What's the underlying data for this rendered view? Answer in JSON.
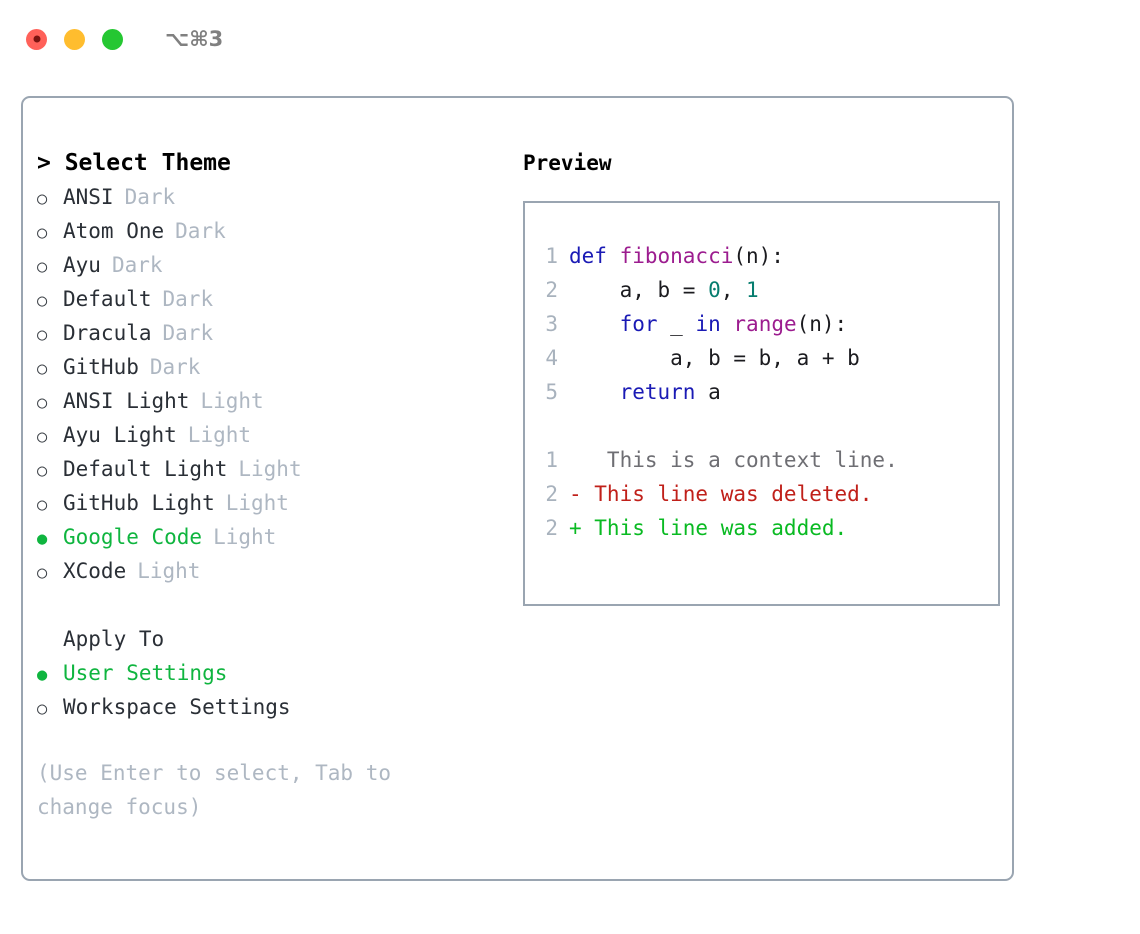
{
  "window": {
    "shortcut_label": "⌥⌘3",
    "traffic_lights": [
      "close",
      "minimize",
      "maximize"
    ]
  },
  "theme_picker": {
    "prompt_header": "> Select Theme",
    "marker_selected": "●",
    "marker_unselected": "○",
    "accent_color": "#0fb53f",
    "badge_color": "#aeb7c2",
    "items": [
      {
        "label": "ANSI",
        "badge": "Dark",
        "selected": false
      },
      {
        "label": "Atom One",
        "badge": "Dark",
        "selected": false
      },
      {
        "label": "Ayu",
        "badge": "Dark",
        "selected": false
      },
      {
        "label": "Default",
        "badge": "Dark",
        "selected": false
      },
      {
        "label": "Dracula",
        "badge": "Dark",
        "selected": false
      },
      {
        "label": "GitHub",
        "badge": "Dark",
        "selected": false
      },
      {
        "label": "ANSI Light",
        "badge": "Light",
        "selected": false
      },
      {
        "label": "Ayu Light",
        "badge": "Light",
        "selected": false
      },
      {
        "label": "Default Light",
        "badge": "Light",
        "selected": false
      },
      {
        "label": "GitHub Light",
        "badge": "Light",
        "selected": false
      },
      {
        "label": "Google Code",
        "badge": "Light",
        "selected": true
      },
      {
        "label": "XCode",
        "badge": "Light",
        "selected": false
      }
    ]
  },
  "apply_to": {
    "header": "Apply To",
    "items": [
      {
        "label": "User Settings",
        "selected": true
      },
      {
        "label": "Workspace Settings",
        "selected": false
      }
    ]
  },
  "help": {
    "text": "(Use Enter to select, Tab to\nchange focus)"
  },
  "preview": {
    "title": "Preview",
    "code_lines": [
      {
        "number": "1",
        "tokens": [
          {
            "text": "def ",
            "type": "kw"
          },
          {
            "text": "fibonacci",
            "type": "fn"
          },
          {
            "text": "(n):",
            "type": "punc"
          }
        ]
      },
      {
        "number": "2",
        "tokens": [
          {
            "text": "    a, b = ",
            "type": "id"
          },
          {
            "text": "0",
            "type": "num"
          },
          {
            "text": ", ",
            "type": "id"
          },
          {
            "text": "1",
            "type": "num"
          }
        ]
      },
      {
        "number": "3",
        "tokens": [
          {
            "text": "    ",
            "type": "id"
          },
          {
            "text": "for",
            "type": "kw"
          },
          {
            "text": " _ ",
            "type": "id"
          },
          {
            "text": "in",
            "type": "kw"
          },
          {
            "text": " ",
            "type": "id"
          },
          {
            "text": "range",
            "type": "fn"
          },
          {
            "text": "(n):",
            "type": "punc"
          }
        ]
      },
      {
        "number": "4",
        "tokens": [
          {
            "text": "        a, b = b, a + b",
            "type": "id"
          }
        ]
      },
      {
        "number": "5",
        "tokens": [
          {
            "text": "    ",
            "type": "id"
          },
          {
            "text": "return",
            "type": "kw"
          },
          {
            "text": " a",
            "type": "id"
          }
        ]
      }
    ],
    "diff_lines": [
      {
        "number": "1",
        "marker": " ",
        "text": "  This is a context line.",
        "kind": "context"
      },
      {
        "number": "2",
        "marker": "-",
        "text": " This line was deleted.",
        "kind": "deleted"
      },
      {
        "number": "2",
        "marker": "+",
        "text": " This line was added.",
        "kind": "added"
      }
    ],
    "colors": {
      "keyword": "#1a1ab5",
      "function": "#9c1c8f",
      "number": "#067d6f",
      "identifier": "#1b1b1f",
      "line_number": "#a8b2bd",
      "diff_context": "#6e6e73",
      "diff_deleted": "#c0201a",
      "diff_added": "#09ba22",
      "border": "#9aa5b1"
    }
  }
}
